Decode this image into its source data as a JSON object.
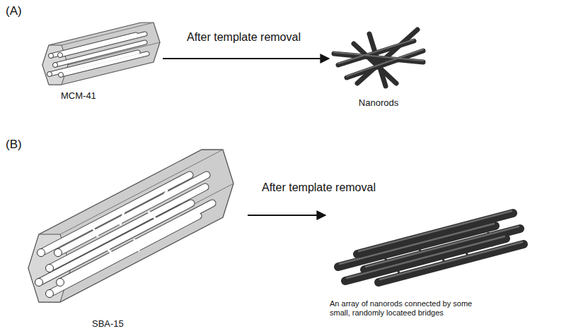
{
  "diagram": {
    "nodes": [
      {
        "text": [
          "MCM-41"
        ]
      },
      {
        "text": [
          "Nanorods"
        ]
      },
      {
        "text": [
          "SBA-15"
        ]
      },
      {
        "text": [
          "An array of nanorods connected by some small, randomly locateed bridges"
        ]
      }
    ],
    "edges": [
      {
        "from": 0,
        "to": 1,
        "label": "After template removal",
        "arrow": "to"
      },
      {
        "from": 2,
        "to": 3,
        "label": "After template removal",
        "arrow": "to"
      }
    ],
    "labels": [
      "(A)",
      "(B)"
    ]
  }
}
